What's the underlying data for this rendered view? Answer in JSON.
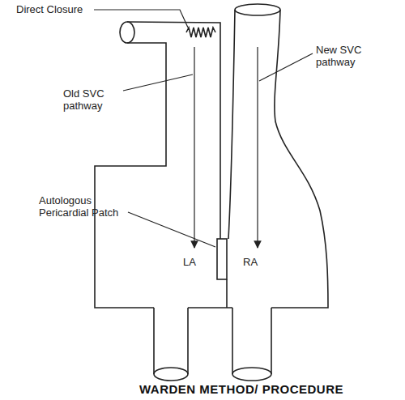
{
  "diagram": {
    "caption": "WARDEN METHOD/ PROCEDURE",
    "labels": [
      "Direct Closure",
      "Old SVC pathway",
      "New SVC pathway",
      "Autologous Pericardial Patch",
      "LA",
      "RA"
    ]
  }
}
